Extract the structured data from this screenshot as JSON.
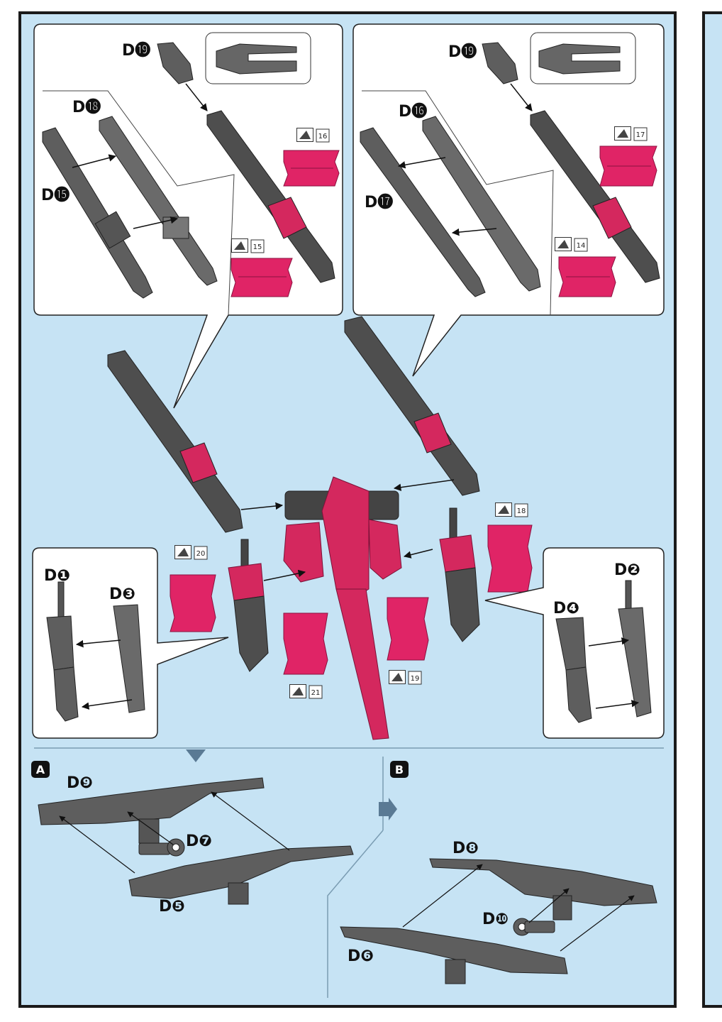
{
  "colors": {
    "background": "#c6e3f4",
    "frame": "#1a1a1a",
    "panel": "#ffffff",
    "part_gray": "#5e5e5e",
    "part_gray_dark": "#333333",
    "accent_magenta": "#d4285e",
    "sticker_magenta": "#e02466"
  },
  "top_left_inset": {
    "label_d19": "D⓳",
    "label_d18": "D⓲",
    "label_d15": "D⓯",
    "sticker_16": "16",
    "sticker_15": "15"
  },
  "top_right_inset": {
    "label_d19": "D⓳",
    "label_d16": "D⓰",
    "label_d17": "D⓱",
    "sticker_17": "17",
    "sticker_14": "14"
  },
  "main": {
    "sticker_20": "20",
    "sticker_21": "21",
    "sticker_19": "19",
    "sticker_18": "18"
  },
  "bottom_left_inset": {
    "label_d1": "D❶",
    "label_d3": "D❸"
  },
  "bottom_right_inset": {
    "label_d2": "D❷",
    "label_d4": "D❹"
  },
  "step_a": {
    "badge": "A",
    "label_d9": "D❾",
    "label_d7": "D❼",
    "label_d5": "D❺"
  },
  "step_b": {
    "badge": "B",
    "label_d8": "D❽",
    "label_d10": "D❿",
    "label_d6": "D❻"
  }
}
